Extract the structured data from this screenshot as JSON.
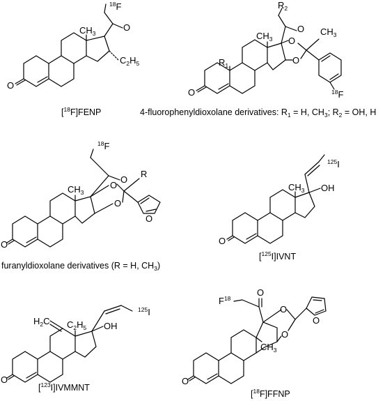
{
  "structures": [
    {
      "key": "fenp",
      "caption_parts": [
        {
          "t": "["
        },
        {
          "t": "18",
          "sup": true
        },
        {
          "t": "F]FENP"
        }
      ],
      "labels": {
        "f18_mass": "18",
        "f18_symbol": "F",
        "ketone_o": "O",
        "ch3": "CH3",
        "ethyl": "C2H5",
        "ring_o": "O"
      }
    },
    {
      "key": "fluorophenyl",
      "caption_parts": [
        {
          "t": "4-fluorophenyldioxolane derivatives: R"
        },
        {
          "t": "1",
          "sub": true
        },
        {
          "t": " = H, CH"
        },
        {
          "t": "3",
          "sub": true
        },
        {
          "t": "; R"
        },
        {
          "t": "2",
          "sub": true
        },
        {
          "t": " = OH, H"
        }
      ],
      "labels": {
        "r2": "R2",
        "r1": "R1",
        "ch3_angular": "CH3",
        "ch3_acetal": "CH3",
        "ketone_o": "O",
        "dioxolane_o1": "O",
        "dioxolane_o2": "O",
        "f18_mass": "18",
        "f18_symbol": "F",
        "ring_o": "O"
      }
    },
    {
      "key": "furanyl",
      "caption_parts": [
        {
          "t": "furanyldioxolane derivatives (R = H, CH"
        },
        {
          "t": "3",
          "sub": true
        },
        {
          "t": ")"
        }
      ],
      "labels": {
        "f18_mass": "18",
        "f18_symbol": "F",
        "ch3": "CH3",
        "ketone_o": "O",
        "r": "R",
        "dioxolane_o1": "O",
        "dioxolane_o2": "O",
        "furan_o": "O",
        "ring_o": "O"
      }
    },
    {
      "key": "ivnt",
      "caption_parts": [
        {
          "t": "["
        },
        {
          "t": "125",
          "sup": true
        },
        {
          "t": "I]IVNT"
        }
      ],
      "labels": {
        "i_mass": "125",
        "i_symbol": "I",
        "ch3": "CH3",
        "oh": "OH",
        "ring_o": "O"
      }
    },
    {
      "key": "ivmmnt",
      "caption_parts": [
        {
          "t": "["
        },
        {
          "t": "123",
          "sup": true
        },
        {
          "t": "I]IVMMNT"
        }
      ],
      "labels": {
        "i_mass": "125",
        "i_symbol": "I",
        "methylene": "H2C",
        "ethyl": "C2H5",
        "oh": "OH",
        "ring_o": "O"
      }
    },
    {
      "key": "ffnp",
      "caption_parts": [
        {
          "t": "["
        },
        {
          "t": "18",
          "sup": true
        },
        {
          "t": "F]FFNP"
        }
      ],
      "labels": {
        "f_symbol": "F",
        "f_mass": "18",
        "ketone_o": "O",
        "ch3": "CH3",
        "dioxolane_o1": "O",
        "dioxolane_o2": "O",
        "furan_o": "O",
        "ring_o": "O"
      }
    }
  ]
}
